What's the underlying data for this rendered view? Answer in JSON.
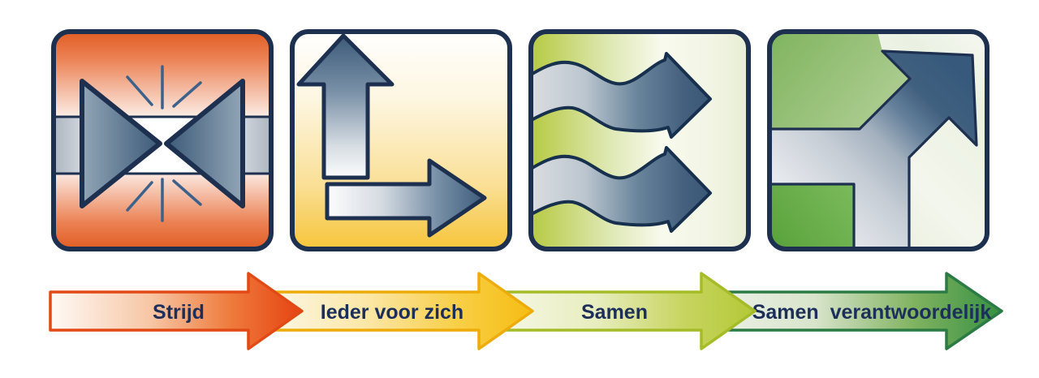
{
  "diagram": {
    "stages": [
      {
        "label": "Strijd",
        "icon": "colliding-arrows-icon",
        "theme": "conflict-orange-red",
        "tile_gradient": [
          "#e05a20",
          "#ffffff",
          "#e05a20"
        ],
        "arrow_fill": "#e64312",
        "arrow_border": "#e14a15"
      },
      {
        "label": "Ieder voor zich",
        "icon": "diverging-arrows-icon",
        "theme": "gold-yellow",
        "tile_gradient": [
          "#ffffff",
          "#f6c436"
        ],
        "arrow_fill": "#f6bd13",
        "arrow_border": "#eeac0b"
      },
      {
        "label": "Samen",
        "icon": "wavy-parallel-arrows-icon",
        "theme": "lime-green",
        "tile_gradient": [
          "#b5c93e",
          "#fbfcf2"
        ],
        "arrow_fill": "#b4c836",
        "arrow_border": "#a6bb28"
      },
      {
        "label": "Samen  verantwoordelijk",
        "icon": "merging-arrows-icon",
        "theme": "green",
        "tile_gradient": [
          "#7fb45e",
          "#eef3e6"
        ],
        "arrow_fill": "#379043",
        "arrow_border": "#2c7b45"
      }
    ],
    "label_color": "#1c2e5a",
    "tile_outline_color": "#1d3050",
    "pictogram_color": "#3d5b79"
  }
}
